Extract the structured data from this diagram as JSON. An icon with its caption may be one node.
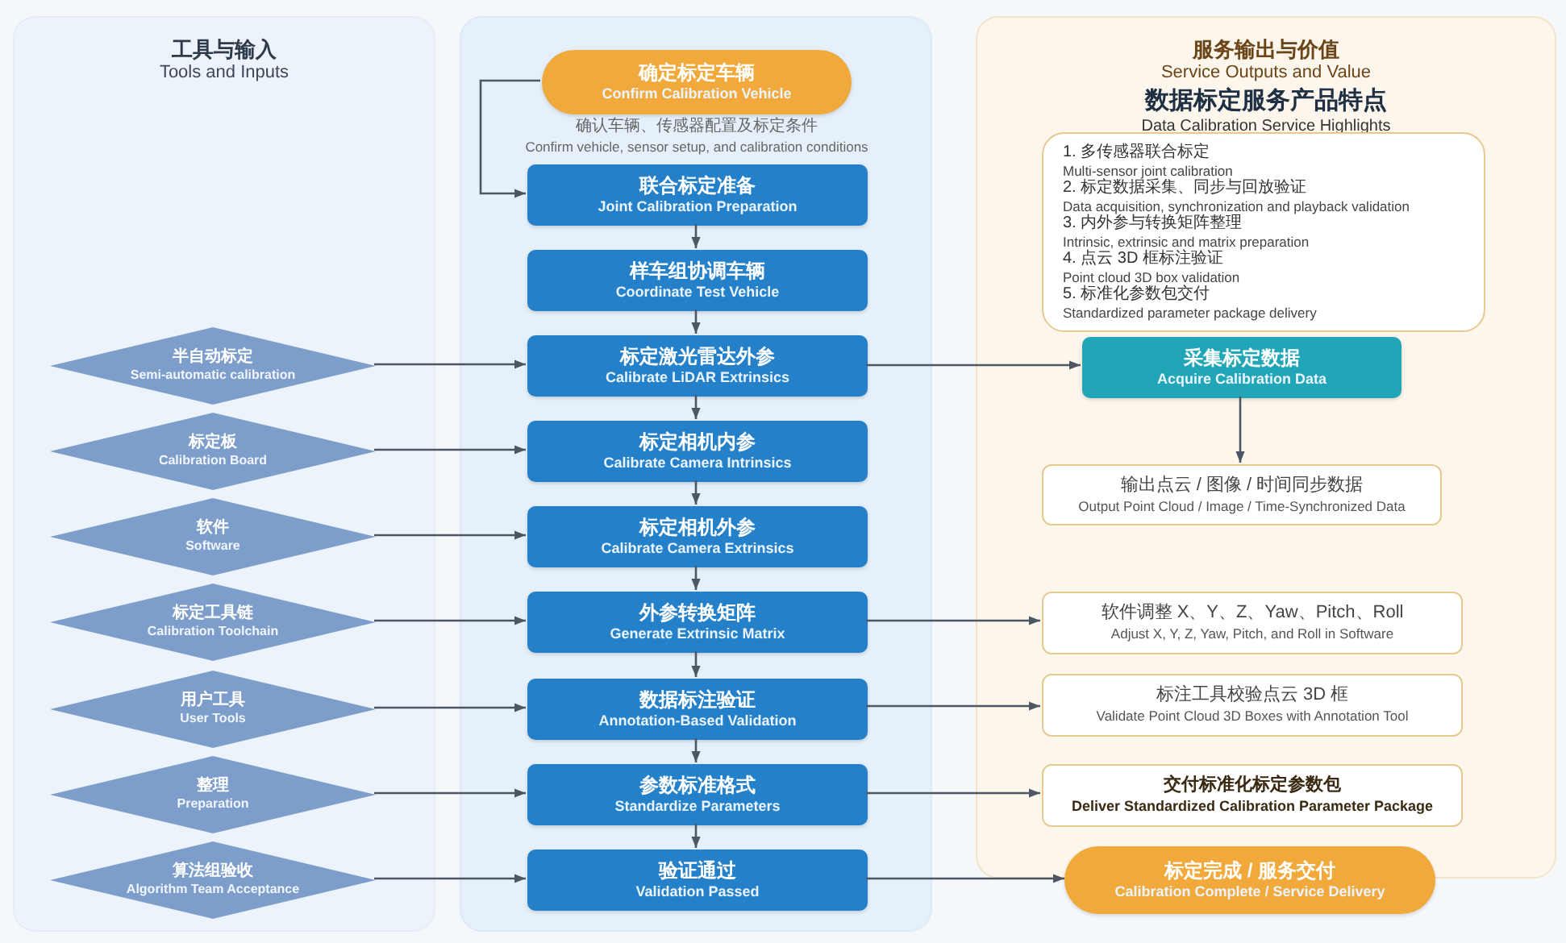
{
  "diagram": {
    "nodes": [
      {
        "text": [
          "工具与输入",
          "Tools and Inputs"
        ]
      },
      {
        "text": [],
        "shape": "box"
      },
      {
        "text": [
          "服务输出与价值",
          "Service Outputs and Value",
          "数据标定服务产品特点",
          "Data Calibration Service Highlights"
        ]
      },
      {
        "text": [
          "半自动标定",
          "Semi-automatic calibration"
        ],
        "in": 0
      },
      {
        "text": [
          "标定板",
          "Calibration Board"
        ],
        "in": 0
      },
      {
        "text": [
          "软件",
          "Software"
        ],
        "in": 0
      },
      {
        "text": [
          "标定工具链",
          "Calibration Toolchain"
        ],
        "in": 0
      },
      {
        "text": [
          "用户工具",
          "User Tools"
        ],
        "in": 0
      },
      {
        "text": [
          "整理",
          "Preparation"
        ],
        "in": 0
      },
      {
        "text": [
          "算法组验收",
          "Algorithm Team Acceptance"
        ],
        "in": 0
      },
      {
        "text": [
          "确定标定车辆",
          "Confirm Calibration Vehicle"
        ],
        "in": 1,
        "beside": [
          "确认车辆、传感器配置及标定条件",
          "Confirm vehicle, sensor setup, and calibration conditions"
        ]
      },
      {
        "text": [
          "联合标定准备",
          "Joint Calibration Preparation"
        ],
        "in": 1
      },
      {
        "text": [
          "样车组协调车辆",
          "Coordinate Test Vehicle"
        ],
        "in": 1
      },
      {
        "text": [
          "标定激光雷达外参",
          "Calibrate LiDAR Extrinsics"
        ],
        "in": 1
      },
      {
        "text": [
          "标定相机内参",
          "Calibrate Camera Intrinsics"
        ],
        "in": 1
      },
      {
        "text": [
          "标定相机外参",
          "Calibrate Camera Extrinsics"
        ],
        "in": 1
      },
      {
        "text": [
          "外参转换矩阵",
          "Generate Extrinsic Matrix"
        ],
        "in": 1
      },
      {
        "text": [
          "数据标注验证",
          "Annotation-Based Validation"
        ],
        "in": 1
      },
      {
        "text": [
          "参数标准格式",
          "Standardize Parameters"
        ],
        "in": 1
      },
      {
        "text": [
          "验证通过",
          "Validation Passed"
        ],
        "in": 1
      },
      {
        "text": [
          "1. 多传感器联合标定",
          "Multi-sensor joint calibration",
          "2. 标定数据采集、同步与回放验证",
          "Data acquisition, synchronization and playback validation",
          "3. 内外参与转换矩阵整理",
          "Intrinsic, extrinsic and matrix preparation",
          "4. 点云 3D 框标注验证",
          "Point cloud 3D box validation",
          "5. 标准化参数包交付",
          "Standardized parameter package delivery"
        ],
        "in": 2
      },
      {
        "text": [
          "采集标定数据",
          "Acquire Calibration Data"
        ],
        "in": 2
      },
      {
        "text": [
          "输出点云 / 图像 / 时间同步数据",
          "Output Point Cloud / Image / Time-Synchronized Data"
        ],
        "in": 2
      },
      {
        "text": [
          "软件调整 X、Y、Z、Yaw、Pitch、Roll",
          "Adjust X, Y, Z, Yaw, Pitch, and Roll in Software"
        ],
        "in": 2
      },
      {
        "text": [
          "标注工具校验点云 3D 框",
          "Validate Point Cloud 3D Boxes with Annotation Tool"
        ],
        "in": 2
      },
      {
        "text": [
          "交付标准化标定参数包",
          "Deliver Standardized Calibration Parameter Package"
        ],
        "in": 2
      },
      {
        "text": [
          "标定完成 / 服务交付",
          "Calibration Complete / Service Delivery"
        ]
      }
    ],
    "edges": [
      {
        "from": 10,
        "to": 11,
        "arrow": "to"
      },
      {
        "from": 11,
        "to": 12,
        "arrow": "to"
      },
      {
        "from": 12,
        "to": 13,
        "arrow": "to"
      },
      {
        "from": 13,
        "to": 14,
        "arrow": "to"
      },
      {
        "from": 14,
        "to": 15,
        "arrow": "to"
      },
      {
        "from": 15,
        "to": 16,
        "arrow": "to"
      },
      {
        "from": 16,
        "to": 17,
        "arrow": "to"
      },
      {
        "from": 17,
        "to": 18,
        "arrow": "to"
      },
      {
        "from": 18,
        "to": 19,
        "arrow": "to"
      },
      {
        "from": 3,
        "to": 13,
        "arrow": "to"
      },
      {
        "from": 4,
        "to": 14,
        "arrow": "to"
      },
      {
        "from": 5,
        "to": 15,
        "arrow": "to"
      },
      {
        "from": 6,
        "to": 16,
        "arrow": "to"
      },
      {
        "from": 7,
        "to": 17,
        "arrow": "to"
      },
      {
        "from": 8,
        "to": 18,
        "arrow": "to"
      },
      {
        "from": 9,
        "to": 19,
        "arrow": "to"
      },
      {
        "from": 13,
        "to": 21,
        "arrow": "to"
      },
      {
        "from": 21,
        "to": 22,
        "arrow": "to"
      },
      {
        "from": 16,
        "to": 23,
        "arrow": "to"
      },
      {
        "from": 17,
        "to": 24,
        "arrow": "to"
      },
      {
        "from": 18,
        "to": 25,
        "arrow": "to"
      },
      {
        "from": 19,
        "to": 26,
        "arrow": "to"
      }
    ]
  }
}
